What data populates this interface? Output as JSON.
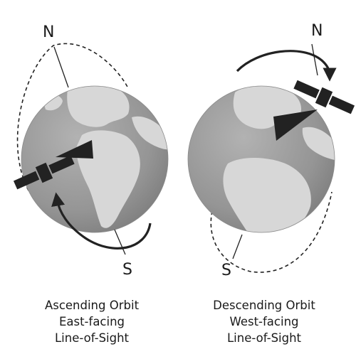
{
  "left_panel": {
    "north": "N",
    "south": "S",
    "caption": [
      "Ascending Orbit",
      "East-facing",
      "Line-of-Sight"
    ]
  },
  "right_panel": {
    "north": "N",
    "south": "S",
    "caption": [
      "Descending Orbit",
      "West-facing",
      "Line-of-Sight"
    ]
  },
  "colors": {
    "ocean": "#9b9b9b",
    "land": "#d6d6d6",
    "satellite": "#222222",
    "orbit": "#222222"
  }
}
